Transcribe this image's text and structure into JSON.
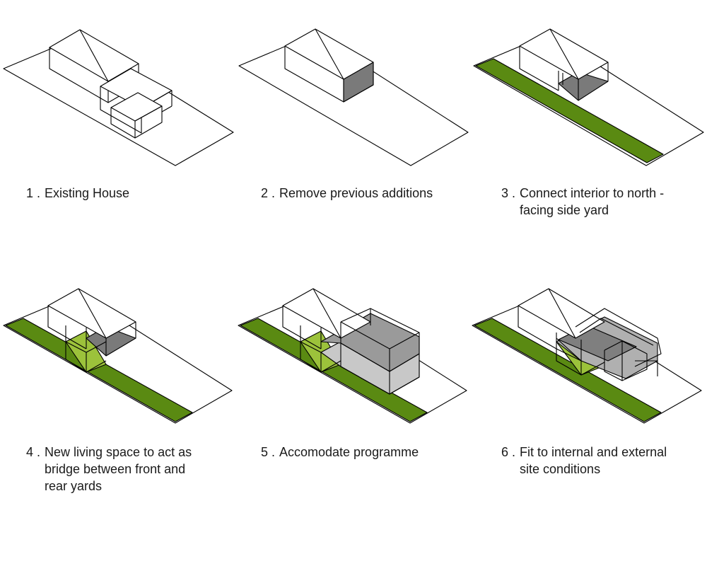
{
  "colors": {
    "line": "#000000",
    "grass": "#5a8a12",
    "grass_light": "#9cc23b",
    "shadow_dark": "#7a7a7a",
    "shadow_mid": "#9a9a9a",
    "shadow_light": "#c8c8c8"
  },
  "steps": [
    {
      "number": "1 .",
      "text": "Existing House"
    },
    {
      "number": "2 .",
      "text": "Remove previous additions"
    },
    {
      "number": "3 .",
      "text": "Connect interior to north - facing side yard"
    },
    {
      "number": "4 .",
      "text": "New living space to act as bridge between front and rear yards"
    },
    {
      "number": "5 .",
      "text": "Accomodate programme"
    },
    {
      "number": "6 .",
      "text": "Fit to internal and external site conditions"
    }
  ]
}
